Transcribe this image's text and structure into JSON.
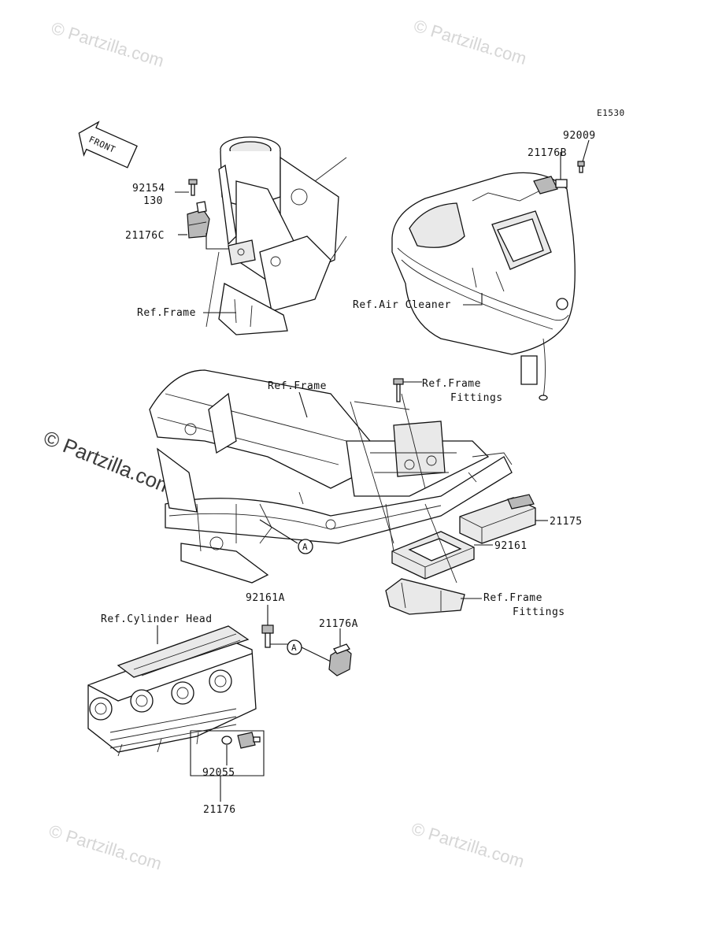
{
  "diagram_code": "E1530",
  "front_label": "FRONT",
  "watermark": {
    "text": "© Partzilla.com",
    "small_text": "© Partzilla.com"
  },
  "callouts": {
    "p92009": "92009",
    "p21176B": "21176B",
    "p92154": "92154",
    "p130": "130",
    "p21176C": "21176C",
    "ref_frame_1": "Ref.Frame",
    "ref_air_cleaner": "Ref.Air Cleaner",
    "ref_frame_2": "Ref.Frame",
    "ref_frame_fittings_1a": "Ref.Frame",
    "ref_frame_fittings_1b": "Fittings",
    "p21175": "21175",
    "p92161": "92161",
    "ref_frame_fittings_2a": "Ref.Frame",
    "ref_frame_fittings_2b": "Fittings",
    "p92161A": "92161A",
    "p21176A": "21176A",
    "ref_cylinder_head": "Ref.Cylinder Head",
    "p92055": "92055",
    "p21176": "21176",
    "marker_a_1": "A",
    "marker_a_2": "A"
  }
}
